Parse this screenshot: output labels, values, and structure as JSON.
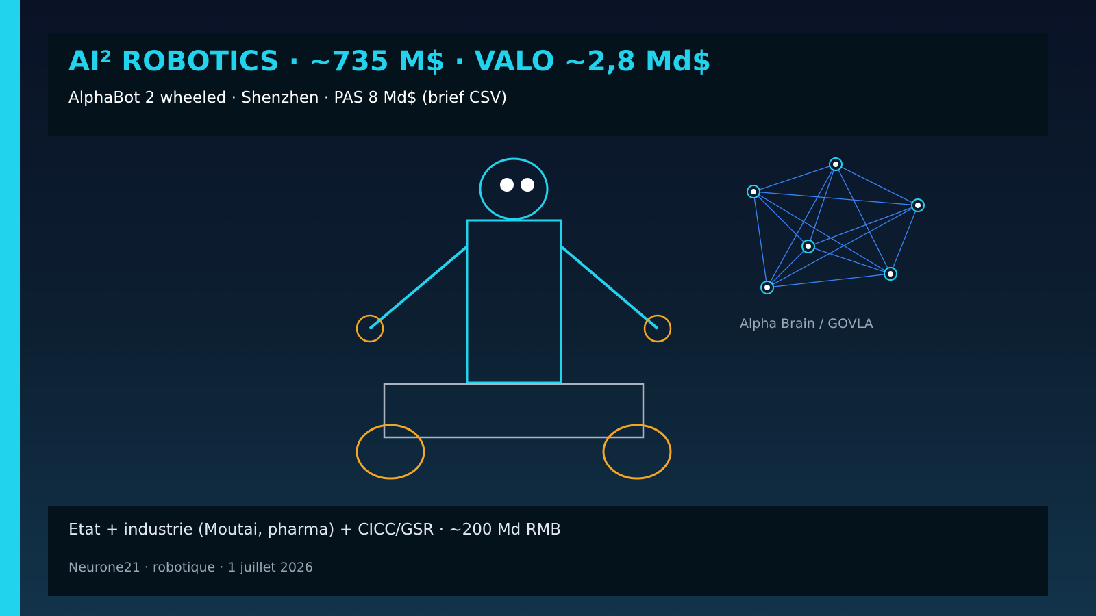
{
  "header": {
    "title": "AI² ROBOTICS  ·  ~735 M$  ·  VALO ~2,8 Md$",
    "subtitle": "AlphaBot 2 wheeled  ·  Shenzhen  ·  PAS 8 Md$ (brief CSV)"
  },
  "illustration": {
    "network_caption": "Alpha Brain / GOVLA"
  },
  "footer": {
    "main": "Etat + industrie (Moutai, pharma) + CICC/GSR  ·  ~200 Md RMB",
    "meta": "Neurone21  ·  robotique  ·  1 juillet 2026"
  },
  "colors": {
    "accent": "#22d3ee",
    "orange": "#f5a623",
    "network_line": "#3b82f6",
    "panel": "#03121b"
  },
  "icons": {
    "robot": "wheeled-robot-icon",
    "network": "neural-network-icon"
  }
}
